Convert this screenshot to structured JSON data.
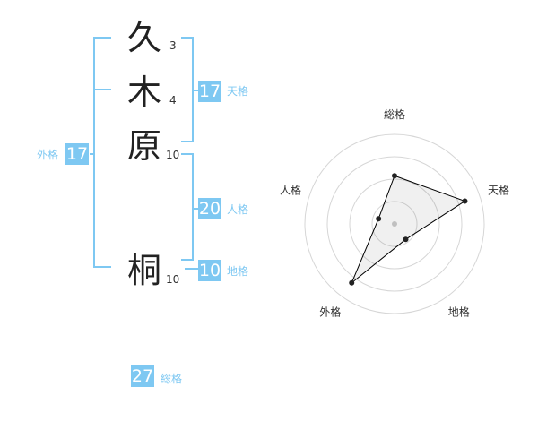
{
  "characters": [
    {
      "char": "久",
      "strokes": "3"
    },
    {
      "char": "木",
      "strokes": "4"
    },
    {
      "char": "原",
      "strokes": "10"
    },
    {
      "char": "桐",
      "strokes": "10"
    }
  ],
  "kakusu": {
    "tenkaku": {
      "value": "17",
      "label": "天格"
    },
    "jinkaku": {
      "value": "20",
      "label": "人格"
    },
    "chikaku": {
      "value": "10",
      "label": "地格"
    },
    "gaikaku": {
      "value": "17",
      "label": "外格"
    },
    "soukaku": {
      "value": "27",
      "label": "総格"
    }
  },
  "colors": {
    "accent": "#7ec8f2",
    "text": "#222222",
    "grid": "#d6d6d6",
    "polygon": "#000000"
  },
  "chart_data": {
    "type": "radar",
    "axes": [
      "総格",
      "天格",
      "地格",
      "外格",
      "人格"
    ],
    "levels": 4,
    "values": [
      2.15,
      3.3,
      0.85,
      3.25,
      0.75
    ],
    "max": 4
  }
}
